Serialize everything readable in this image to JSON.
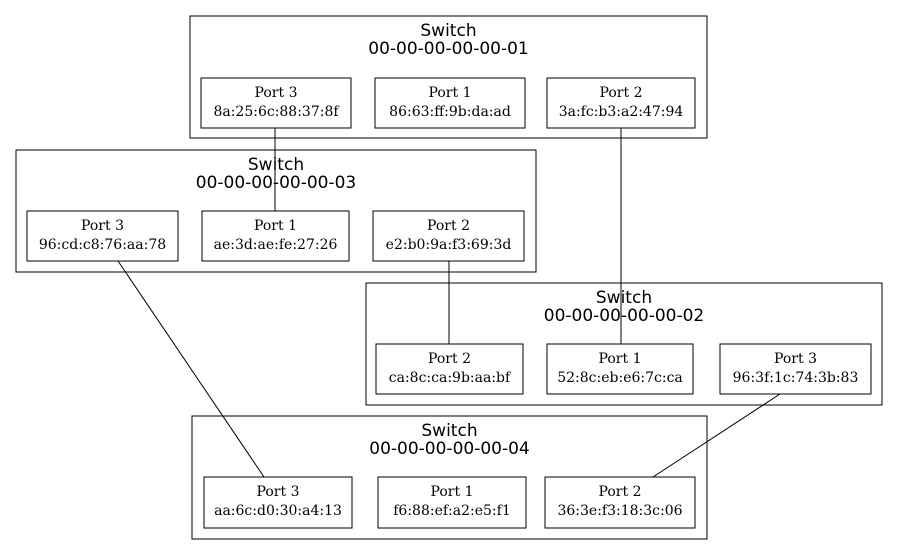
{
  "switches": [
    {
      "id": "s1",
      "label": "Switch",
      "dpid": "00-00-00-00-00-01",
      "ports": [
        {
          "id": "s1p3",
          "name": "Port 3",
          "mac": "8a:25:6c:88:37:8f"
        },
        {
          "id": "s1p1",
          "name": "Port 1",
          "mac": "86:63:ff:9b:da:ad"
        },
        {
          "id": "s1p2",
          "name": "Port 2",
          "mac": "3a:fc:b3:a2:47:94"
        }
      ]
    },
    {
      "id": "s3",
      "label": "Switch",
      "dpid": "00-00-00-00-00-03",
      "ports": [
        {
          "id": "s3p3",
          "name": "Port 3",
          "mac": "96:cd:c8:76:aa:78"
        },
        {
          "id": "s3p1",
          "name": "Port 1",
          "mac": "ae:3d:ae:fe:27:26"
        },
        {
          "id": "s3p2",
          "name": "Port 2",
          "mac": "e2:b0:9a:f3:69:3d"
        }
      ]
    },
    {
      "id": "s2",
      "label": "Switch",
      "dpid": "00-00-00-00-00-02",
      "ports": [
        {
          "id": "s2p2",
          "name": "Port 2",
          "mac": "ca:8c:ca:9b:aa:bf"
        },
        {
          "id": "s2p1",
          "name": "Port 1",
          "mac": "52:8c:eb:e6:7c:ca"
        },
        {
          "id": "s2p3",
          "name": "Port 3",
          "mac": "96:3f:1c:74:3b:83"
        }
      ]
    },
    {
      "id": "s4",
      "label": "Switch",
      "dpid": "00-00-00-00-00-04",
      "ports": [
        {
          "id": "s4p3",
          "name": "Port 3",
          "mac": "aa:6c:d0:30:a4:13"
        },
        {
          "id": "s4p1",
          "name": "Port 1",
          "mac": "f6:88:ef:a2:e5:f1"
        },
        {
          "id": "s4p2",
          "name": "Port 2",
          "mac": "36:3e:f3:18:3c:06"
        }
      ]
    }
  ],
  "links": [
    {
      "from": "s1p3",
      "to": "s3p1"
    },
    {
      "from": "s1p2",
      "to": "s2p1"
    },
    {
      "from": "s3p2",
      "to": "s2p2"
    },
    {
      "from": "s3p3",
      "to": "s4p3"
    },
    {
      "from": "s2p3",
      "to": "s4p2"
    }
  ]
}
